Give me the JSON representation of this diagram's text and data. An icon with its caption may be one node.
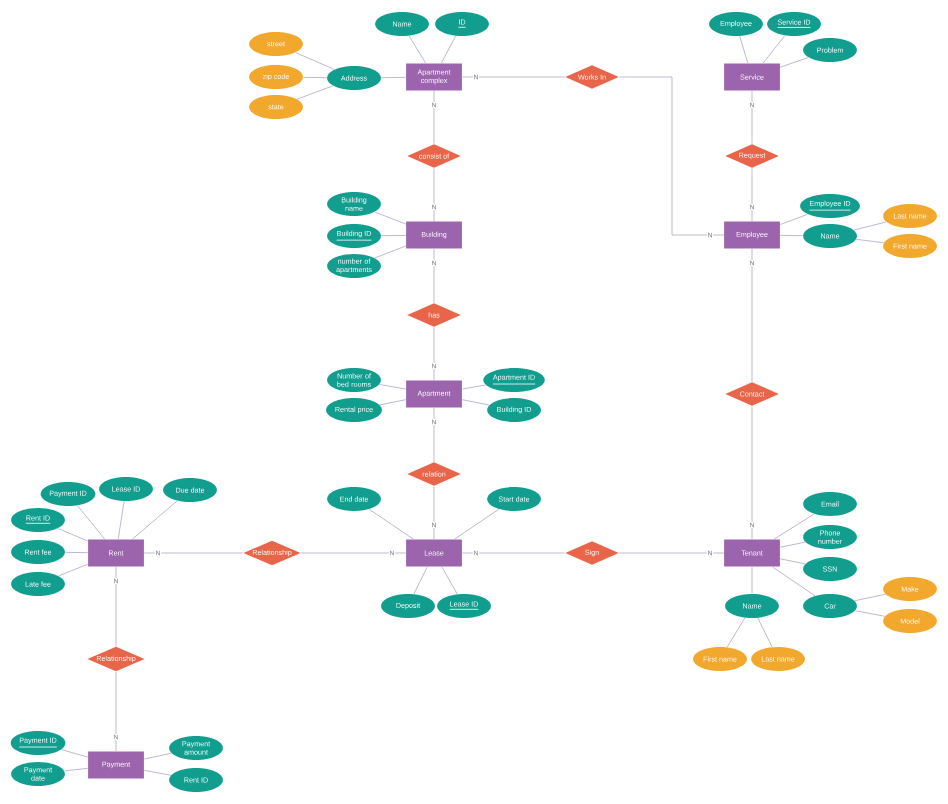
{
  "diagram": {
    "nodes": [
      {
        "text": [
          "Name"
        ]
      },
      {
        "text": [
          "ID"
        ]
      },
      {
        "text": [
          "Employee"
        ]
      },
      {
        "text": [
          "Service ID"
        ]
      },
      {
        "text": [
          "street"
        ]
      },
      {
        "text": [
          "Problem"
        ]
      },
      {
        "text": [
          "Address"
        ]
      },
      {
        "text": [
          "zip code"
        ]
      },
      {
        "text": [
          "Apartment complex"
        ]
      },
      {
        "text": [
          "Works In"
        ]
      },
      {
        "text": [
          "Service"
        ]
      },
      {
        "text": [
          "state"
        ]
      },
      {
        "text": [
          "consist of"
        ]
      },
      {
        "text": [
          "Request"
        ]
      },
      {
        "text": [
          "Building name"
        ]
      },
      {
        "text": [
          "Employee ID"
        ]
      },
      {
        "text": [
          "Last name"
        ]
      },
      {
        "text": [
          "Building ID"
        ]
      },
      {
        "text": [
          "Building"
        ]
      },
      {
        "text": [
          "Employee"
        ]
      },
      {
        "text": [
          "Name"
        ]
      },
      {
        "text": [
          "First name"
        ]
      },
      {
        "text": [
          "number of apartments"
        ]
      },
      {
        "text": [
          "has"
        ]
      },
      {
        "text": [
          "Number of bed rooms"
        ]
      },
      {
        "text": [
          "Apartment ID"
        ]
      },
      {
        "text": [
          "Apartment"
        ]
      },
      {
        "text": [
          "Contact"
        ]
      },
      {
        "text": [
          "Rental price"
        ]
      },
      {
        "text": [
          "Building ID"
        ]
      },
      {
        "text": [
          "relation"
        ]
      },
      {
        "text": [
          "Payment ID"
        ]
      },
      {
        "text": [
          "Lease ID"
        ]
      },
      {
        "text": [
          "Due date"
        ]
      },
      {
        "text": [
          "End date"
        ]
      },
      {
        "text": [
          "Start date"
        ]
      },
      {
        "text": [
          "Email"
        ]
      },
      {
        "text": [
          "Rent ID"
        ]
      },
      {
        "text": [
          "Phone number"
        ]
      },
      {
        "text": [
          "Rent fee"
        ]
      },
      {
        "text": [
          "Rent"
        ]
      },
      {
        "text": [
          "Relationship"
        ]
      },
      {
        "text": [
          "Lease"
        ]
      },
      {
        "text": [
          "Sign"
        ]
      },
      {
        "text": [
          "Tenant"
        ]
      },
      {
        "text": [
          "SSN"
        ]
      },
      {
        "text": [
          "Late fee"
        ]
      },
      {
        "text": [
          "Make"
        ]
      },
      {
        "text": [
          "Deposit"
        ]
      },
      {
        "text": [
          "Lease ID"
        ]
      },
      {
        "text": [
          "Name"
        ]
      },
      {
        "text": [
          "Car"
        ]
      },
      {
        "text": [
          "Model"
        ]
      },
      {
        "text": [
          "Relationship"
        ]
      },
      {
        "text": [
          "First name"
        ]
      },
      {
        "text": [
          "Last name"
        ]
      },
      {
        "text": [
          "Payment ID"
        ]
      },
      {
        "text": [
          "Payment amount"
        ]
      },
      {
        "text": [
          "Payment"
        ]
      },
      {
        "text": [
          "Payment date"
        ]
      },
      {
        "text": [
          "Rent ID"
        ]
      }
    ],
    "edges": [
      {
        "from": 0,
        "to": 8,
        "arrow": "none"
      },
      {
        "from": 1,
        "to": 8,
        "arrow": "none"
      },
      {
        "from": 6,
        "to": 8,
        "arrow": "none"
      },
      {
        "from": 4,
        "to": 6,
        "arrow": "none"
      },
      {
        "from": 7,
        "to": 6,
        "arrow": "none"
      },
      {
        "from": 11,
        "to": 6,
        "arrow": "none"
      },
      {
        "from": 2,
        "to": 10,
        "arrow": "none"
      },
      {
        "from": 3,
        "to": 10,
        "arrow": "none"
      },
      {
        "from": 5,
        "to": 10,
        "arrow": "none"
      },
      {
        "from": 14,
        "to": 18,
        "arrow": "none"
      },
      {
        "from": 17,
        "to": 18,
        "arrow": "none"
      },
      {
        "from": 22,
        "to": 18,
        "arrow": "none"
      },
      {
        "from": 15,
        "to": 19,
        "arrow": "none"
      },
      {
        "from": 20,
        "to": 19,
        "arrow": "none"
      },
      {
        "from": 16,
        "to": 20,
        "arrow": "none"
      },
      {
        "from": 21,
        "to": 20,
        "arrow": "none"
      },
      {
        "from": 24,
        "to": 26,
        "arrow": "none"
      },
      {
        "from": 28,
        "to": 26,
        "arrow": "none"
      },
      {
        "from": 25,
        "to": 26,
        "arrow": "none"
      },
      {
        "from": 29,
        "to": 26,
        "arrow": "none"
      },
      {
        "from": 34,
        "to": 42,
        "arrow": "none"
      },
      {
        "from": 35,
        "to": 42,
        "arrow": "none"
      },
      {
        "from": 48,
        "to": 42,
        "arrow": "none"
      },
      {
        "from": 49,
        "to": 42,
        "arrow": "none"
      },
      {
        "from": 31,
        "to": 40,
        "arrow": "none"
      },
      {
        "from": 32,
        "to": 40,
        "arrow": "none"
      },
      {
        "from": 33,
        "to": 40,
        "arrow": "none"
      },
      {
        "from": 37,
        "to": 40,
        "arrow": "none"
      },
      {
        "from": 39,
        "to": 40,
        "arrow": "none"
      },
      {
        "from": 46,
        "to": 40,
        "arrow": "none"
      },
      {
        "from": 56,
        "to": 58,
        "arrow": "none"
      },
      {
        "from": 59,
        "to": 58,
        "arrow": "none"
      },
      {
        "from": 57,
        "to": 58,
        "arrow": "none"
      },
      {
        "from": 60,
        "to": 58,
        "arrow": "none"
      },
      {
        "from": 36,
        "to": 44,
        "arrow": "none"
      },
      {
        "from": 38,
        "to": 44,
        "arrow": "none"
      },
      {
        "from": 45,
        "to": 44,
        "arrow": "none"
      },
      {
        "from": 51,
        "to": 44,
        "arrow": "none"
      },
      {
        "from": 50,
        "to": 44,
        "arrow": "none"
      },
      {
        "from": 47,
        "to": 51,
        "arrow": "none"
      },
      {
        "from": 52,
        "to": 51,
        "arrow": "none"
      },
      {
        "from": 54,
        "to": 50,
        "arrow": "none"
      },
      {
        "from": 55,
        "to": 50,
        "arrow": "none"
      },
      {
        "from": 8,
        "to": 9,
        "arrow": "none",
        "label": "N"
      },
      {
        "from": 9,
        "to": 19,
        "arrow": "none",
        "label": "N"
      },
      {
        "from": 8,
        "to": 12,
        "arrow": "none",
        "label": "N"
      },
      {
        "from": 12,
        "to": 18,
        "arrow": "none",
        "label": "N"
      },
      {
        "from": 10,
        "to": 13,
        "arrow": "none",
        "label": "N"
      },
      {
        "from": 13,
        "to": 19,
        "arrow": "none",
        "label": "N"
      },
      {
        "from": 18,
        "to": 23,
        "arrow": "none",
        "label": "N"
      },
      {
        "from": 23,
        "to": 26,
        "arrow": "none",
        "label": "N"
      },
      {
        "from": 26,
        "to": 30,
        "arrow": "none",
        "label": "N"
      },
      {
        "from": 30,
        "to": 42,
        "arrow": "none",
        "label": "N"
      },
      {
        "from": 40,
        "to": 41,
        "arrow": "none",
        "label": "N"
      },
      {
        "from": 41,
        "to": 42,
        "arrow": "none",
        "label": "N"
      },
      {
        "from": 42,
        "to": 43,
        "arrow": "none",
        "label": "N"
      },
      {
        "from": 43,
        "to": 44,
        "arrow": "none",
        "label": "N"
      },
      {
        "from": 40,
        "to": 53,
        "arrow": "none",
        "label": "N"
      },
      {
        "from": 53,
        "to": 58,
        "arrow": "none",
        "label": "N"
      },
      {
        "from": 44,
        "to": 27,
        "arrow": "none",
        "label": "N"
      },
      {
        "from": 27,
        "to": 19,
        "arrow": "none",
        "label": "N"
      }
    ]
  }
}
